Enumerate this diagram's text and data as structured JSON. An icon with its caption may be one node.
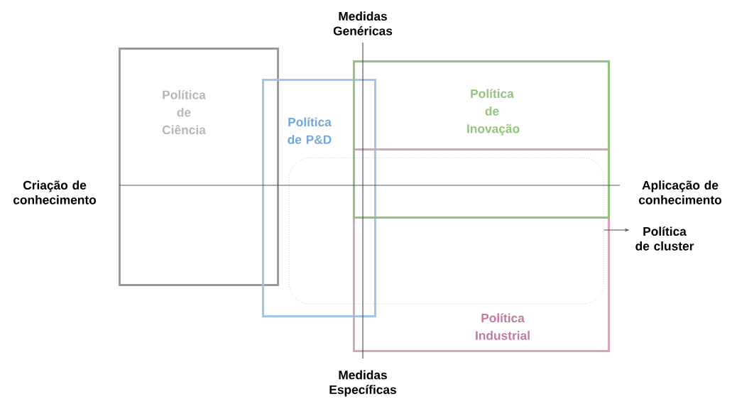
{
  "diagram": {
    "nodes": [
      {
        "text": [
          "Política de Ciência"
        ]
      },
      {
        "text": [
          "Política de P&D"
        ]
      },
      {
        "text": [
          "Política de Inovação"
        ]
      },
      {
        "text": [
          "Política Industrial"
        ]
      },
      {
        "text": [],
        "shape": "box"
      },
      {
        "text": [
          "Política de cluster"
        ]
      }
    ],
    "edges": [
      {
        "from": 4,
        "to": 5,
        "arrow": "to"
      }
    ],
    "labels": [
      "Medidas Genéricas",
      "Criação de conhecimento",
      "Aplicação de conhecimento",
      "Medidas Específicas"
    ]
  }
}
